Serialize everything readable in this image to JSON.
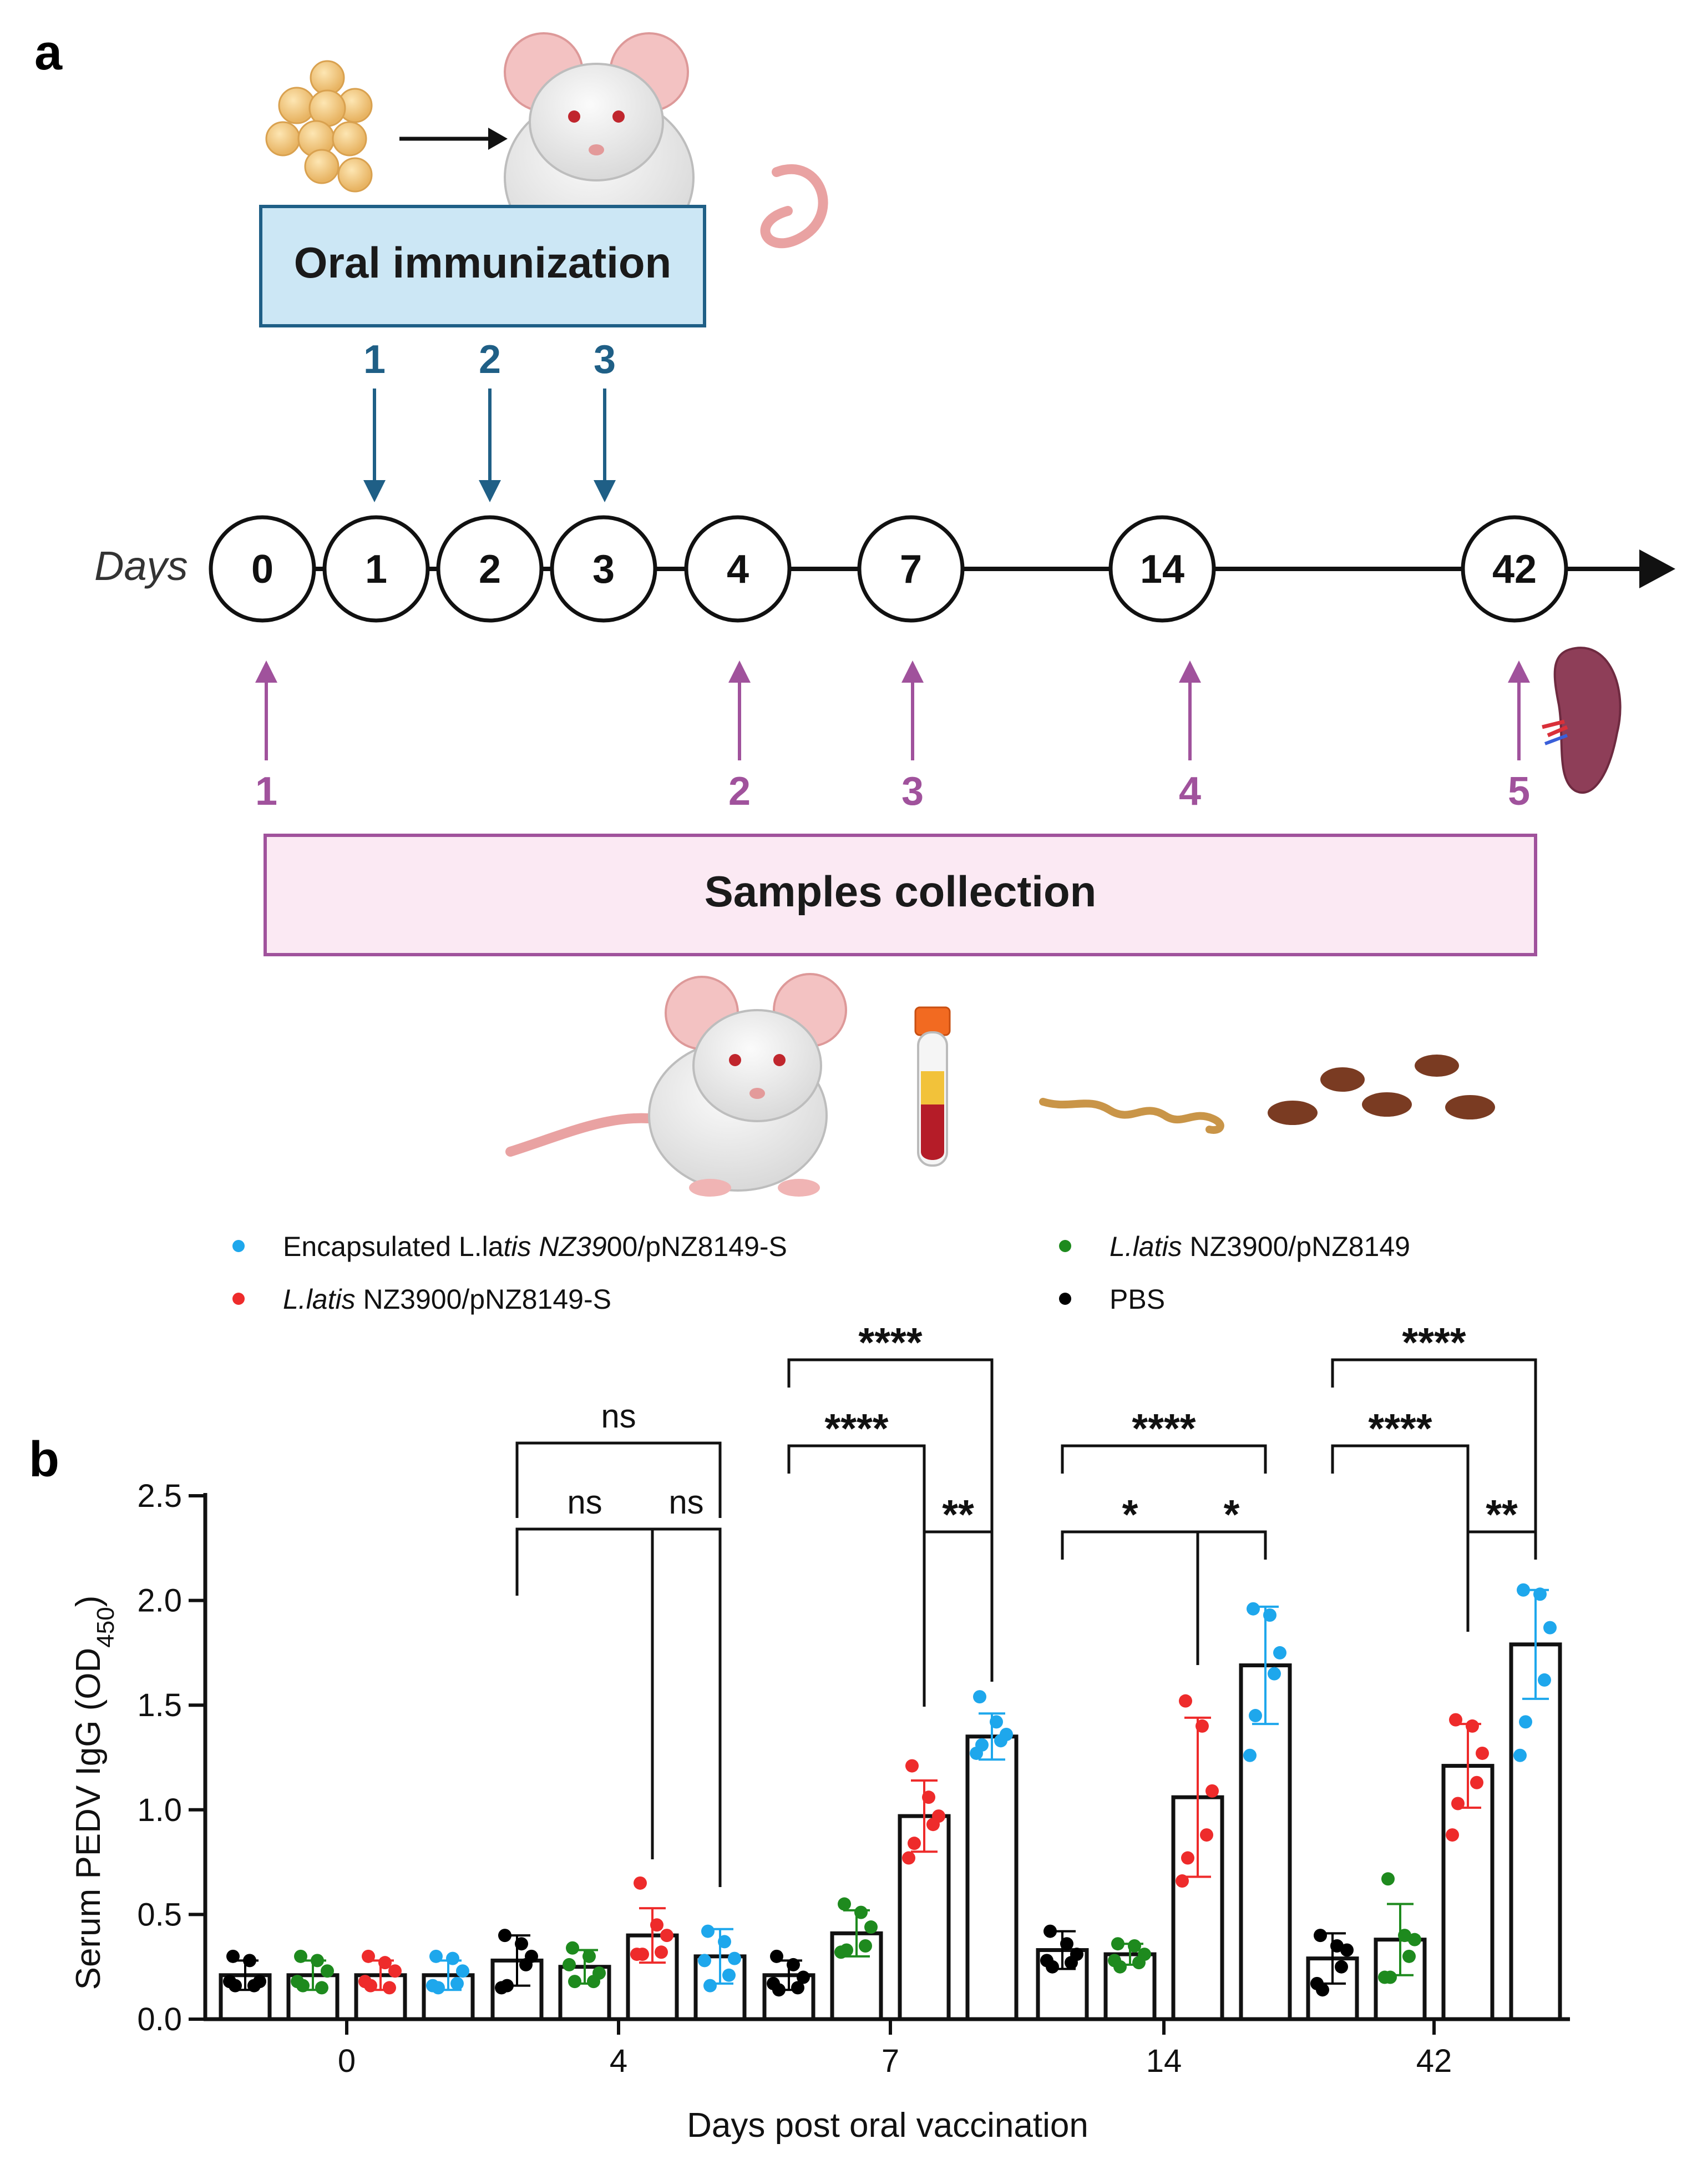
{
  "panel_a": {
    "letter": "a",
    "immunization_box": "Oral immunization",
    "collection_box": "Samples collection",
    "days_label": "Days",
    "days": [
      "0",
      "1",
      "2",
      "3",
      "4",
      "7",
      "14",
      "42"
    ],
    "immunization_doses": [
      "1",
      "2",
      "3"
    ],
    "collection_points": [
      "1",
      "2",
      "3",
      "4",
      "5"
    ],
    "colors": {
      "immunization": "#1f5f86",
      "immunization_box_fill": "#cce7f5",
      "collection": "#a0529c",
      "collection_box_fill": "#fbe9f3"
    },
    "icons": [
      "bacteria-cluster-icon",
      "mouse-icon",
      "spleen-icon",
      "mouse-icon",
      "blood-tube-icon",
      "intestine-icon",
      "feces-icon"
    ]
  },
  "panel_b": {
    "letter": "b",
    "legend": [
      {
        "pre": "Encapsulated L.la",
        "italic": "tis NZ39",
        "post": "00/pNZ8149-S",
        "color": "#1ea7ec"
      },
      {
        "pre": "",
        "italic": "L.latis",
        "post": " NZ3900/pNZ8149",
        "color": "#1e8a1e"
      },
      {
        "pre": "",
        "italic": "L.latis",
        "post": " NZ3900/pNZ8149-S",
        "color": "#ee2b2b"
      },
      {
        "pre": "",
        "italic": "",
        "post": "PBS",
        "color": "#000000"
      }
    ],
    "ylabel_main": "Serum PEDV IgG (OD",
    "ylabel_sub": "450",
    "ylabel_close": ")",
    "significance": [
      {
        "label": "ns"
      },
      {
        "label": "ns"
      },
      {
        "label": "ns"
      },
      {
        "label": "****"
      },
      {
        "label": "****"
      },
      {
        "label": "**"
      },
      {
        "label": "****"
      },
      {
        "label": "*"
      },
      {
        "label": "*"
      },
      {
        "label": "****"
      },
      {
        "label": "****"
      },
      {
        "label": "**"
      }
    ]
  },
  "chart_data": {
    "type": "bar",
    "xlabel": "Days post oral vaccination",
    "ylabel": "Serum PEDV IgG (OD450)",
    "categories": [
      "0",
      "4",
      "7",
      "14",
      "42"
    ],
    "yticks": [
      "0.0",
      "0.5",
      "1.0",
      "1.5",
      "2.0",
      "2.5"
    ],
    "ylim": [
      0,
      2.5
    ],
    "series": [
      {
        "name": "PBS",
        "color": "#000000",
        "values": [
          0.21,
          0.28,
          0.21,
          0.33,
          0.29
        ],
        "sd": [
          0.07,
          0.12,
          0.07,
          0.09,
          0.12
        ],
        "points": [
          [
            0.3,
            0.28,
            0.18,
            0.16,
            0.16,
            0.18
          ],
          [
            0.4,
            0.36,
            0.3,
            0.26,
            0.16,
            0.15
          ],
          [
            0.3,
            0.26,
            0.2,
            0.15,
            0.14,
            0.17
          ],
          [
            0.42,
            0.36,
            0.31,
            0.27,
            0.25,
            0.28
          ],
          [
            0.4,
            0.35,
            0.33,
            0.25,
            0.14,
            0.17
          ]
        ]
      },
      {
        "name": "L.latis NZ3900/pNZ8149",
        "color": "#1e8a1e",
        "values": [
          0.21,
          0.25,
          0.41,
          0.31,
          0.38
        ],
        "sd": [
          0.07,
          0.08,
          0.11,
          0.05,
          0.17
        ],
        "points": [
          [
            0.3,
            0.28,
            0.23,
            0.15,
            0.16,
            0.18
          ],
          [
            0.34,
            0.3,
            0.22,
            0.18,
            0.18,
            0.26
          ],
          [
            0.55,
            0.51,
            0.44,
            0.35,
            0.33,
            0.32
          ],
          [
            0.36,
            0.35,
            0.31,
            0.27,
            0.25,
            0.28
          ],
          [
            0.67,
            0.4,
            0.38,
            0.3,
            0.2,
            0.2
          ]
        ]
      },
      {
        "name": "L.latis NZ3900/pNZ8149-S",
        "color": "#ee2b2b",
        "values": [
          0.21,
          0.4,
          0.97,
          1.06,
          1.21
        ],
        "sd": [
          0.07,
          0.13,
          0.17,
          0.38,
          0.2
        ],
        "points": [
          [
            0.3,
            0.27,
            0.23,
            0.15,
            0.16,
            0.18
          ],
          [
            0.65,
            0.45,
            0.4,
            0.32,
            0.31,
            0.31
          ],
          [
            1.21,
            1.06,
            0.97,
            0.93,
            0.84,
            0.77
          ],
          [
            1.52,
            1.4,
            1.09,
            0.88,
            0.77,
            0.66
          ],
          [
            1.43,
            1.4,
            1.27,
            1.13,
            1.03,
            0.88
          ]
        ]
      },
      {
        "name": "Encapsulated L.latis NZ3900/pNZ8149-S",
        "color": "#1ea7ec",
        "values": [
          0.21,
          0.3,
          1.35,
          1.69,
          1.79
        ],
        "sd": [
          0.07,
          0.13,
          0.11,
          0.28,
          0.26
        ],
        "points": [
          [
            0.3,
            0.29,
            0.23,
            0.17,
            0.15,
            0.16
          ],
          [
            0.42,
            0.37,
            0.29,
            0.21,
            0.16,
            0.28
          ],
          [
            1.54,
            1.42,
            1.36,
            1.33,
            1.31,
            1.27
          ],
          [
            1.96,
            1.93,
            1.75,
            1.65,
            1.45,
            1.26
          ],
          [
            2.05,
            2.03,
            1.87,
            1.62,
            1.42,
            1.26
          ]
        ]
      }
    ]
  }
}
